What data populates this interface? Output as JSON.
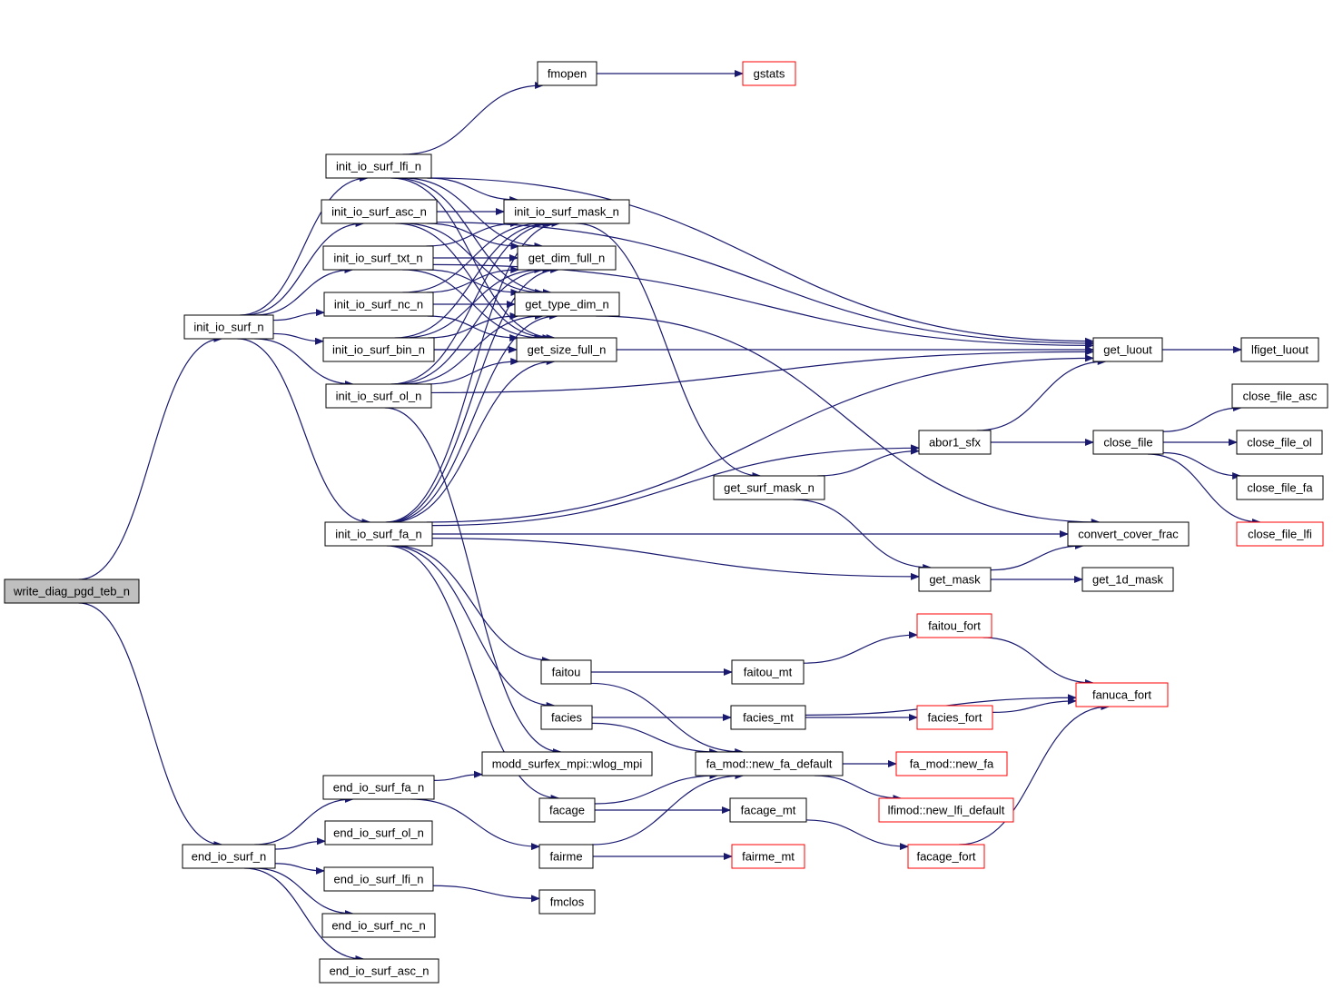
{
  "colors": {
    "edge": "#191970",
    "border": "#000000",
    "external_border": "#ff0000",
    "root_fill": "#bfbfbf",
    "fill": "#ffffff"
  },
  "nodes": [
    {
      "id": "write_diag_pgd_teb_n",
      "label": "write_diag_pgd_teb_n",
      "root": true
    },
    {
      "id": "init_io_surf_n",
      "label": "init_io_surf_n"
    },
    {
      "id": "end_io_surf_n",
      "label": "end_io_surf_n"
    },
    {
      "id": "init_io_surf_lfi_n",
      "label": "init_io_surf_lfi_n"
    },
    {
      "id": "init_io_surf_asc_n",
      "label": "init_io_surf_asc_n"
    },
    {
      "id": "init_io_surf_txt_n",
      "label": "init_io_surf_txt_n"
    },
    {
      "id": "init_io_surf_nc_n",
      "label": "init_io_surf_nc_n"
    },
    {
      "id": "init_io_surf_bin_n",
      "label": "init_io_surf_bin_n"
    },
    {
      "id": "init_io_surf_ol_n",
      "label": "init_io_surf_ol_n"
    },
    {
      "id": "init_io_surf_fa_n",
      "label": "init_io_surf_fa_n"
    },
    {
      "id": "end_io_surf_fa_n",
      "label": "end_io_surf_fa_n"
    },
    {
      "id": "end_io_surf_ol_n",
      "label": "end_io_surf_ol_n"
    },
    {
      "id": "end_io_surf_lfi_n",
      "label": "end_io_surf_lfi_n"
    },
    {
      "id": "end_io_surf_nc_n",
      "label": "end_io_surf_nc_n"
    },
    {
      "id": "end_io_surf_asc_n",
      "label": "end_io_surf_asc_n"
    },
    {
      "id": "fmopen",
      "label": "fmopen"
    },
    {
      "id": "gstats",
      "label": "gstats",
      "external": true
    },
    {
      "id": "init_io_surf_mask_n",
      "label": "init_io_surf_mask_n"
    },
    {
      "id": "get_dim_full_n",
      "label": "get_dim_full_n"
    },
    {
      "id": "get_type_dim_n",
      "label": "get_type_dim_n"
    },
    {
      "id": "get_size_full_n",
      "label": "get_size_full_n"
    },
    {
      "id": "get_luout",
      "label": "get_luout"
    },
    {
      "id": "lfiget_luout",
      "label": "lfiget_luout"
    },
    {
      "id": "close_file_asc",
      "label": "close_file_asc"
    },
    {
      "id": "abor1_sfx",
      "label": "abor1_sfx"
    },
    {
      "id": "close_file",
      "label": "close_file"
    },
    {
      "id": "close_file_ol",
      "label": "close_file_ol"
    },
    {
      "id": "close_file_fa",
      "label": "close_file_fa"
    },
    {
      "id": "close_file_lfi",
      "label": "close_file_lfi",
      "external": true
    },
    {
      "id": "get_surf_mask_n",
      "label": "get_surf_mask_n"
    },
    {
      "id": "convert_cover_frac",
      "label": "convert_cover_frac"
    },
    {
      "id": "get_mask",
      "label": "get_mask"
    },
    {
      "id": "get_1d_mask",
      "label": "get_1d_mask"
    },
    {
      "id": "faitou_fort",
      "label": "faitou_fort",
      "external": true
    },
    {
      "id": "faitou",
      "label": "faitou"
    },
    {
      "id": "faitou_mt",
      "label": "faitou_mt"
    },
    {
      "id": "fanuca_fort",
      "label": "fanuca_fort",
      "external": true
    },
    {
      "id": "facies",
      "label": "facies"
    },
    {
      "id": "facies_mt",
      "label": "facies_mt"
    },
    {
      "id": "facies_fort",
      "label": "facies_fort",
      "external": true
    },
    {
      "id": "wlog_mpi",
      "label": "modd_surfex_mpi::wlog_mpi"
    },
    {
      "id": "new_fa_default",
      "label": "fa_mod::new_fa_default"
    },
    {
      "id": "new_fa",
      "label": "fa_mod::new_fa",
      "external": true
    },
    {
      "id": "facage",
      "label": "facage"
    },
    {
      "id": "facage_mt",
      "label": "facage_mt"
    },
    {
      "id": "new_lfi_default",
      "label": "lfimod::new_lfi_default",
      "external": true
    },
    {
      "id": "fairme",
      "label": "fairme"
    },
    {
      "id": "fairme_mt",
      "label": "fairme_mt",
      "external": true
    },
    {
      "id": "facage_fort",
      "label": "facage_fort",
      "external": true
    },
    {
      "id": "fmclos",
      "label": "fmclos"
    }
  ],
  "edges": [
    [
      "write_diag_pgd_teb_n",
      "init_io_surf_n"
    ],
    [
      "write_diag_pgd_teb_n",
      "end_io_surf_n"
    ],
    [
      "init_io_surf_n",
      "init_io_surf_lfi_n"
    ],
    [
      "init_io_surf_n",
      "init_io_surf_asc_n"
    ],
    [
      "init_io_surf_n",
      "init_io_surf_txt_n"
    ],
    [
      "init_io_surf_n",
      "init_io_surf_nc_n"
    ],
    [
      "init_io_surf_n",
      "init_io_surf_bin_n"
    ],
    [
      "init_io_surf_n",
      "init_io_surf_ol_n"
    ],
    [
      "init_io_surf_n",
      "init_io_surf_fa_n"
    ],
    [
      "init_io_surf_lfi_n",
      "fmopen"
    ],
    [
      "init_io_surf_lfi_n",
      "get_luout"
    ],
    [
      "init_io_surf_lfi_n",
      "init_io_surf_mask_n"
    ],
    [
      "init_io_surf_lfi_n",
      "get_dim_full_n"
    ],
    [
      "init_io_surf_lfi_n",
      "get_type_dim_n"
    ],
    [
      "init_io_surf_lfi_n",
      "get_size_full_n"
    ],
    [
      "init_io_surf_asc_n",
      "init_io_surf_mask_n"
    ],
    [
      "init_io_surf_asc_n",
      "get_dim_full_n"
    ],
    [
      "init_io_surf_asc_n",
      "get_type_dim_n"
    ],
    [
      "init_io_surf_asc_n",
      "get_size_full_n"
    ],
    [
      "init_io_surf_asc_n",
      "get_luout"
    ],
    [
      "init_io_surf_txt_n",
      "init_io_surf_mask_n"
    ],
    [
      "init_io_surf_txt_n",
      "get_dim_full_n"
    ],
    [
      "init_io_surf_txt_n",
      "get_type_dim_n"
    ],
    [
      "init_io_surf_txt_n",
      "get_size_full_n"
    ],
    [
      "init_io_surf_txt_n",
      "get_luout"
    ],
    [
      "init_io_surf_nc_n",
      "init_io_surf_mask_n"
    ],
    [
      "init_io_surf_nc_n",
      "get_dim_full_n"
    ],
    [
      "init_io_surf_nc_n",
      "get_type_dim_n"
    ],
    [
      "init_io_surf_nc_n",
      "get_size_full_n"
    ],
    [
      "init_io_surf_bin_n",
      "init_io_surf_mask_n"
    ],
    [
      "init_io_surf_bin_n",
      "get_dim_full_n"
    ],
    [
      "init_io_surf_bin_n",
      "get_type_dim_n"
    ],
    [
      "init_io_surf_bin_n",
      "get_size_full_n"
    ],
    [
      "init_io_surf_bin_n",
      "get_luout"
    ],
    [
      "init_io_surf_ol_n",
      "init_io_surf_mask_n"
    ],
    [
      "init_io_surf_ol_n",
      "get_dim_full_n"
    ],
    [
      "init_io_surf_ol_n",
      "get_type_dim_n"
    ],
    [
      "init_io_surf_ol_n",
      "get_size_full_n"
    ],
    [
      "init_io_surf_ol_n",
      "get_luout"
    ],
    [
      "init_io_surf_ol_n",
      "wlog_mpi"
    ],
    [
      "init_io_surf_fa_n",
      "init_io_surf_mask_n"
    ],
    [
      "init_io_surf_fa_n",
      "get_dim_full_n"
    ],
    [
      "init_io_surf_fa_n",
      "get_type_dim_n"
    ],
    [
      "init_io_surf_fa_n",
      "get_size_full_n"
    ],
    [
      "init_io_surf_fa_n",
      "get_luout"
    ],
    [
      "init_io_surf_fa_n",
      "abor1_sfx"
    ],
    [
      "init_io_surf_fa_n",
      "convert_cover_frac"
    ],
    [
      "init_io_surf_fa_n",
      "get_mask"
    ],
    [
      "init_io_surf_fa_n",
      "faitou"
    ],
    [
      "init_io_surf_fa_n",
      "facies"
    ],
    [
      "init_io_surf_fa_n",
      "facage"
    ],
    [
      "fmopen",
      "gstats"
    ],
    [
      "init_io_surf_mask_n",
      "get_surf_mask_n"
    ],
    [
      "get_type_dim_n",
      "convert_cover_frac"
    ],
    [
      "get_surf_mask_n",
      "abor1_sfx"
    ],
    [
      "get_surf_mask_n",
      "get_mask"
    ],
    [
      "abor1_sfx",
      "get_luout"
    ],
    [
      "abor1_sfx",
      "close_file"
    ],
    [
      "close_file",
      "close_file_asc"
    ],
    [
      "close_file",
      "close_file_ol"
    ],
    [
      "close_file",
      "close_file_fa"
    ],
    [
      "close_file",
      "close_file_lfi"
    ],
    [
      "get_mask",
      "convert_cover_frac"
    ],
    [
      "get_mask",
      "get_1d_mask"
    ],
    [
      "get_luout",
      "lfiget_luout"
    ],
    [
      "faitou",
      "faitou_mt"
    ],
    [
      "faitou",
      "new_fa_default"
    ],
    [
      "faitou_mt",
      "faitou_fort"
    ],
    [
      "faitou_fort",
      "fanuca_fort"
    ],
    [
      "facies",
      "facies_mt"
    ],
    [
      "facies",
      "new_fa_default"
    ],
    [
      "facies_mt",
      "facies_fort"
    ],
    [
      "facies_mt",
      "fanuca_fort"
    ],
    [
      "facies_fort",
      "fanuca_fort"
    ],
    [
      "new_fa_default",
      "new_fa"
    ],
    [
      "new_fa_default",
      "new_lfi_default"
    ],
    [
      "facage",
      "facage_mt"
    ],
    [
      "facage",
      "new_fa_default"
    ],
    [
      "facage_mt",
      "facage_fort"
    ],
    [
      "facage_fort",
      "fanuca_fort"
    ],
    [
      "fairme",
      "fairme_mt"
    ],
    [
      "fairme",
      "new_fa_default"
    ],
    [
      "end_io_surf_n",
      "end_io_surf_fa_n"
    ],
    [
      "end_io_surf_n",
      "end_io_surf_ol_n"
    ],
    [
      "end_io_surf_n",
      "end_io_surf_lfi_n"
    ],
    [
      "end_io_surf_n",
      "end_io_surf_nc_n"
    ],
    [
      "end_io_surf_n",
      "end_io_surf_asc_n"
    ],
    [
      "end_io_surf_fa_n",
      "wlog_mpi"
    ],
    [
      "end_io_surf_fa_n",
      "fairme"
    ],
    [
      "end_io_surf_lfi_n",
      "fmclos"
    ]
  ]
}
